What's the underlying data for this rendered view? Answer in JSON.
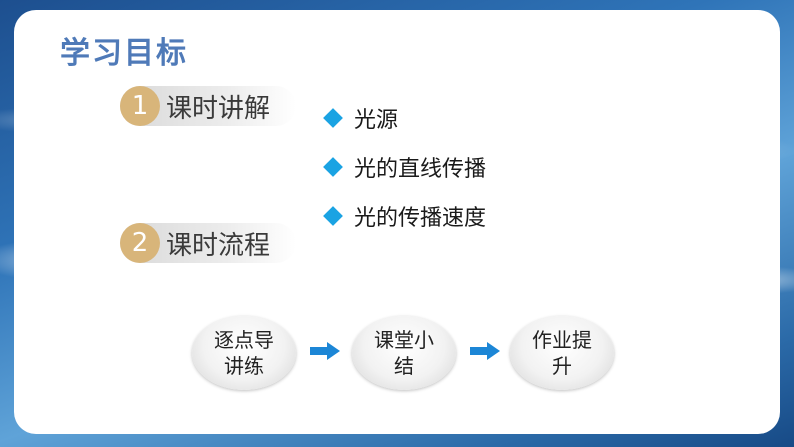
{
  "slide": {
    "title": "学习目标",
    "sections": [
      {
        "number": "1",
        "label": "课时讲解"
      },
      {
        "number": "2",
        "label": "课时流程"
      }
    ],
    "bullets": [
      "光源",
      "光的直线传播",
      "光的传播速度"
    ],
    "flow": [
      "逐点导讲练",
      "课堂小结",
      "作业提升"
    ]
  },
  "colors": {
    "accent_diamond": "#1aa3e3",
    "title": "#4f7ab8",
    "section_number": "#d8b57a",
    "arrow": "#1c86d6"
  },
  "icons": [
    "diamond-bullet-icon",
    "right-arrow-icon"
  ]
}
